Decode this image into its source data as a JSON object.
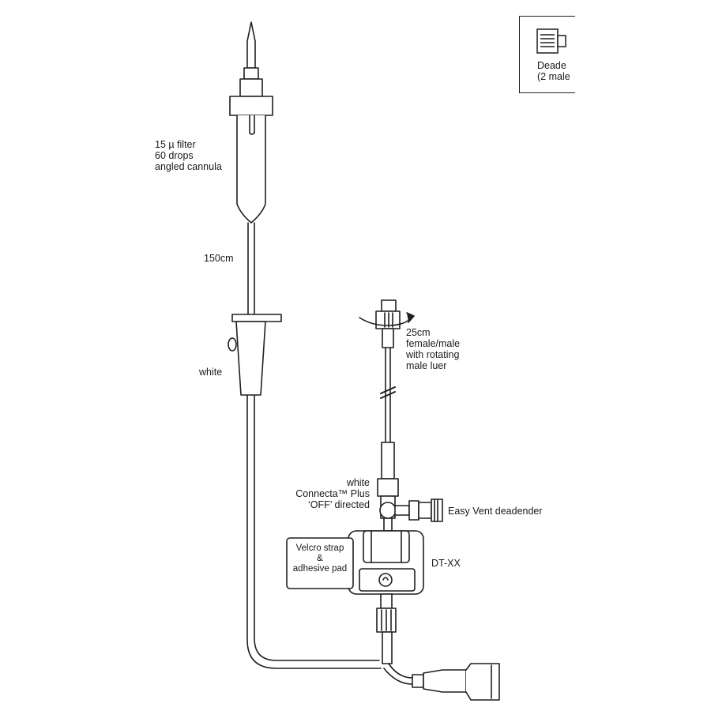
{
  "labels": {
    "filter": "15 µ filter\n60 drops\nangled cannula",
    "tubing_length": "150cm",
    "clamp_color": "white",
    "extension": "25cm\nfemale/male\nwith rotating\nmale luer",
    "connecta": "white\nConnecta™ Plus\n‘OFF’ directed",
    "easy_vent": "Easy Vent deadender",
    "velcro": "Velcro strap\n&\nadhesive pad",
    "transducer": "DT-XX",
    "inset": "Deade\n(2 male"
  },
  "colors": {
    "line": "#1f1f1f",
    "fill": "#ffffff",
    "shade": "#d9d9d9"
  },
  "icons": {
    "inset_icon": "deadender-cap-icon",
    "rotate_arrow": "rotation-arrow-icon"
  }
}
